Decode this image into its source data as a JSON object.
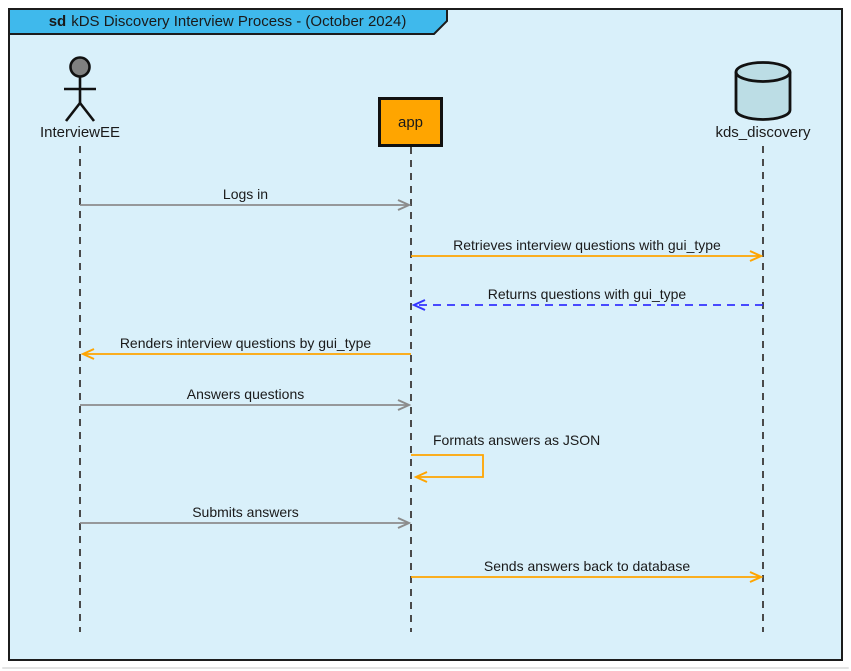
{
  "title": {
    "keyword": "sd",
    "text": "kDS Discovery Interview Process - (October 2024)"
  },
  "participants": [
    {
      "label": "InterviewEE",
      "type": "actor"
    },
    {
      "label": "app",
      "type": "object"
    },
    {
      "label": "kds_discovery",
      "type": "database"
    }
  ],
  "messages": [
    {
      "label": "Logs in",
      "from": "InterviewEE",
      "to": "app",
      "line": "solid",
      "color": "#8C8C8C"
    },
    {
      "label": "Retrieves interview questions with gui_type",
      "from": "app",
      "to": "kds_discovery",
      "line": "solid",
      "color": "#FFA500"
    },
    {
      "label": "Returns questions with gui_type",
      "from": "kds_discovery",
      "to": "app",
      "line": "dashed",
      "color": "#3333FF"
    },
    {
      "label": "Renders interview questions by gui_type",
      "from": "app",
      "to": "InterviewEE",
      "line": "solid",
      "color": "#FFA500"
    },
    {
      "label": "Answers questions",
      "from": "InterviewEE",
      "to": "app",
      "line": "solid",
      "color": "#8C8C8C"
    },
    {
      "label": "Formats answers as JSON",
      "from": "app",
      "to": "app",
      "line": "solid",
      "color": "#FFA500"
    },
    {
      "label": "Submits answers",
      "from": "InterviewEE",
      "to": "app",
      "line": "solid",
      "color": "#8C8C8C"
    },
    {
      "label": "Sends answers back to database",
      "from": "app",
      "to": "kds_discovery",
      "line": "solid",
      "color": "#FFA500"
    }
  ],
  "colors": {
    "frame_fill": "#D9F0FA",
    "tab_fill": "#3FB9EC",
    "app_fill": "#FFA500",
    "db_fill": "#BCDDE5",
    "actor_head_fill": "#808080",
    "arrow_gray": "#8C8C8C",
    "arrow_orange": "#FFA500",
    "arrow_blue": "#3333FF",
    "lifeline": "#4A4A4A"
  }
}
